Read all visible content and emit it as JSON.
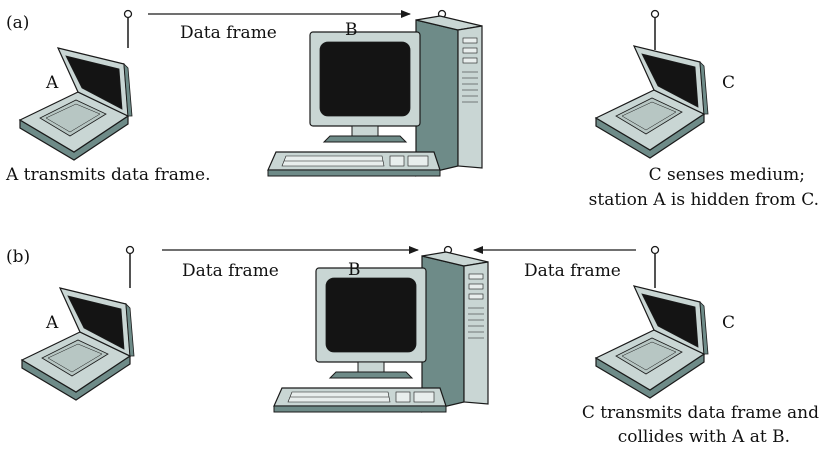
{
  "panels": [
    {
      "tag": "(a)",
      "frames": [
        "Data frame"
      ],
      "stations": {
        "a": "A",
        "b": "B",
        "c": "C"
      },
      "caption_left": "A transmits data frame.",
      "caption_right": [
        "C senses medium;",
        "station A is hidden from C."
      ]
    },
    {
      "tag": "(b)",
      "frames": [
        "Data frame",
        "Data frame"
      ],
      "stations": {
        "a": "A",
        "b": "B",
        "c": "C"
      },
      "caption_left": "",
      "caption_right": [
        "C transmits data frame and",
        "collides with A at B."
      ]
    }
  ],
  "colors": {
    "device_body": "#c9d6d4",
    "device_dark": "#6e8b88",
    "screen": "#141414",
    "line": "#1a1a1a"
  }
}
